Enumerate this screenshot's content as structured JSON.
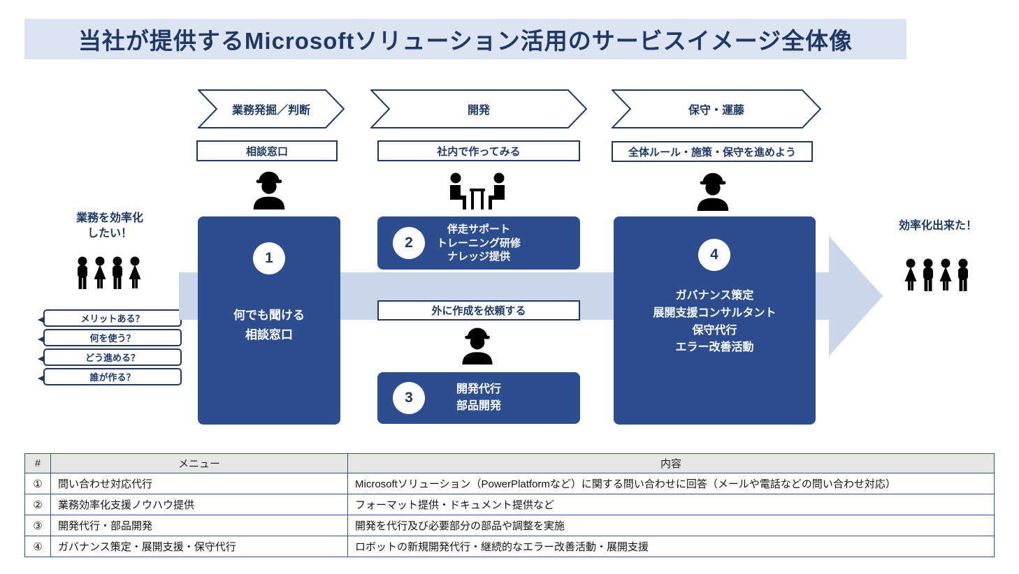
{
  "title": "当社が提供するMicrosoftソリューション活用のサービスイメージ全体像",
  "phases": [
    {
      "label": "業務発掘／判断",
      "tag": "相談窓口"
    },
    {
      "label": "開発",
      "tag": "社内で作ってみる"
    },
    {
      "label": "保守・運藤",
      "tag": "全体ルール・施策・保守を進めよう"
    }
  ],
  "left_group": {
    "line1": "業務を効率化",
    "line2": "したい！",
    "bubbles": [
      "メリットある？",
      "何を使う？",
      "どう進める？",
      "誰が作る？"
    ]
  },
  "right_group": {
    "label": "効率化出来た！"
  },
  "steps": {
    "s1": {
      "num": "1",
      "lines": [
        "何でも聞ける",
        "相談窓口"
      ]
    },
    "s2": {
      "num": "2",
      "lines": [
        "伴走サポート",
        "トレーニング研修",
        "ナレッジ提供"
      ]
    },
    "s3": {
      "num": "3",
      "lines": [
        "開発代行",
        "部品開発"
      ]
    },
    "s4": {
      "num": "4",
      "lines": [
        "ガバナンス策定",
        "展開支援コンサルタント",
        "保守代行",
        "エラー改善活動"
      ]
    }
  },
  "outsource_label": "外に作成を依頼する",
  "table": {
    "headers": [
      "#",
      "メニュー",
      "内容"
    ],
    "rows": [
      {
        "no": "①",
        "menu": "問い合わせ対応代行",
        "desc": "Microsoftソリューション（PowerPlatformなど）に関する問い合わせに回答（メールや電話などの問い合わせ対応）"
      },
      {
        "no": "②",
        "menu": "業務効率化支援ノウハウ提供",
        "desc": "フォーマット提供・ドキュメント提供など"
      },
      {
        "no": "③",
        "menu": "開発代行・部品開発",
        "desc": "開発を代行及び必要部分の部品や調整を実施"
      },
      {
        "no": "④",
        "menu": "ガバナンス策定・展開支援・保守代行",
        "desc": "ロボットの新規開発代行・継続的なエラー改善活動・展開支援"
      }
    ]
  },
  "icons": {
    "phase1_actor": "worker-icon",
    "phase2_actor": "meeting-icon",
    "phase3_actor": "worker-icon",
    "outsource_actor": "worker-icon",
    "left_actor": "people-group-icon",
    "right_actor": "people-group-icon"
  },
  "colors": {
    "navy": "#1f3864",
    "step_box_blue": "#2e4d8e",
    "flow_arrow_light": "#ccd6ea",
    "banner_bg": "#dde4f1",
    "table_header_bg": "#e7e6e6",
    "table_border": "#2f5496"
  }
}
